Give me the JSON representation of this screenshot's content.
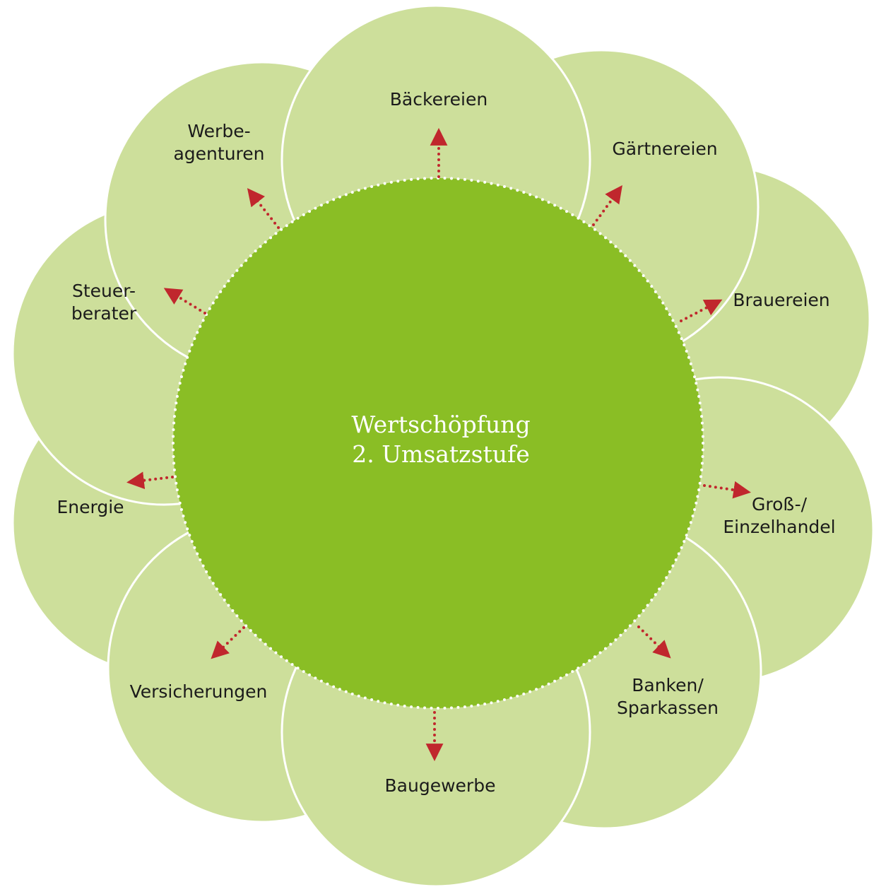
{
  "center": {
    "lines": [
      "Wertschöpfung",
      "2. Umsatzstufe"
    ]
  },
  "petals": [
    {
      "id": "baeckereien",
      "lines": [
        "Bäckereien"
      ]
    },
    {
      "id": "gaertnereien",
      "lines": [
        "Gärtnereien"
      ]
    },
    {
      "id": "brauereien",
      "lines": [
        "Brauereien"
      ]
    },
    {
      "id": "gross-einzelhandel",
      "lines": [
        "Groß-/",
        "Einzelhandel"
      ]
    },
    {
      "id": "banken-sparkassen",
      "lines": [
        "Banken/",
        "Sparkassen"
      ]
    },
    {
      "id": "baugewerbe",
      "lines": [
        "Baugewerbe"
      ]
    },
    {
      "id": "versicherungen",
      "lines": [
        "Versicherungen"
      ]
    },
    {
      "id": "energie",
      "lines": [
        "Energie"
      ]
    },
    {
      "id": "steuerberater",
      "lines": [
        "Steuer-",
        "berater"
      ]
    },
    {
      "id": "werbeagenturen",
      "lines": [
        "Werbe-",
        "agenturen"
      ]
    }
  ],
  "colors": {
    "petal_fill": "#cddf9b",
    "petal_stroke": "#ffffff",
    "center_fill": "#8abe25",
    "center_dots": "#ffffff",
    "arrow": "#c0272d"
  }
}
